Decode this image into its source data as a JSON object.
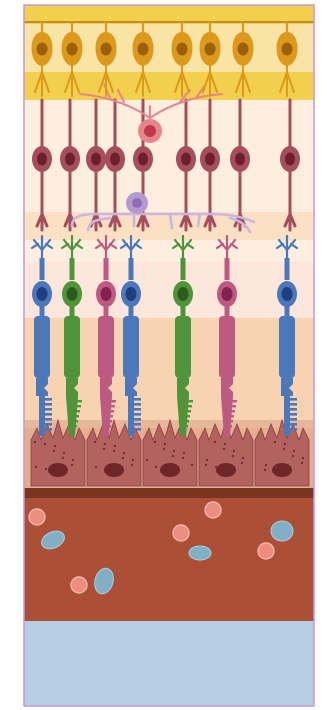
{
  "diagram": {
    "colors": {
      "frame_border": "#c49ad6",
      "ganglion": "#dd9a1a",
      "ganglion_nucleus": "#9c5f0a",
      "nerve_fiber": "#b07a10",
      "band_yellow": "#f3cf4e",
      "band_yellow_light": "#f9e4a6",
      "band_cream": "#fdeee0",
      "band_peach": "#fbe0c3",
      "band_pink": "#fde6dc",
      "band_orange": "#f8d3b1",
      "band_tan": "#f6c89f",
      "bipolar": "#a54e5c",
      "bipolar_nucleus": "#6e1f2d",
      "horizontal": "#e8848c",
      "horizontal_nucleus": "#c0394a",
      "amacrine": "#b59ad2",
      "amacrine_process": "#c9b7e2",
      "rod": "#4b78bb",
      "rod_nucleus": "#1f3f80",
      "cone_green": "#4f9438",
      "cone_green_nucleus": "#2a5d1c",
      "cone_pink": "#bd5a82",
      "cone_pink_nucleus": "#84204f",
      "rpe": "#b2625f",
      "rpe_nucleus": "#6e2628",
      "rpe_dots": "#7a3030",
      "bruch": "#7a3521",
      "choroid": "#ab5037",
      "choroid_rbc": "#ec8d80",
      "choroid_vessel": "#82afc5",
      "sclera": "#b7cde1"
    },
    "photoreceptor_sequence": [
      "rod",
      "cone-green",
      "cone-pink",
      "rod",
      "cone-green",
      "cone-pink",
      "rod"
    ],
    "counts": {
      "ganglion_cells": 8,
      "bipolar_cells": 9,
      "horizontal_cells": 1,
      "amacrine_cells": 1,
      "rpe_cells": 5,
      "red_blood_cells": 5,
      "choroid_vessels": 4
    }
  }
}
